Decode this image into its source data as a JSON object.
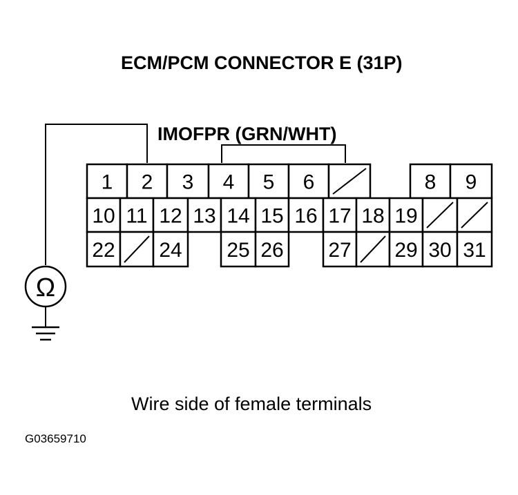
{
  "title": "ECM/PCM CONNECTOR E (31P)",
  "wire_label": "IMOFPR (GRN/WHT)",
  "caption": "Wire side of female terminals",
  "figure_id": "G03659710",
  "ohmmeter_symbol": "Ω",
  "connector": {
    "row1": [
      {
        "label": "1"
      },
      {
        "label": "2"
      },
      {
        "label": "3"
      },
      {
        "label": "4"
      },
      {
        "label": "5"
      },
      {
        "label": "6"
      },
      {
        "label": ""
      },
      {
        "label": "8"
      },
      {
        "label": "9"
      }
    ],
    "row2": [
      {
        "label": "10"
      },
      {
        "label": "11"
      },
      {
        "label": "12"
      },
      {
        "label": "13"
      },
      {
        "label": "14"
      },
      {
        "label": "15"
      },
      {
        "label": "16"
      },
      {
        "label": "17"
      },
      {
        "label": "18"
      },
      {
        "label": "19"
      },
      {
        "label": ""
      },
      {
        "label": ""
      }
    ],
    "row3": [
      {
        "label": "22"
      },
      {
        "label": ""
      },
      {
        "label": "24"
      },
      {
        "label": "25"
      },
      {
        "label": "26"
      },
      {
        "label": "27"
      },
      {
        "label": ""
      },
      {
        "label": "29"
      },
      {
        "label": "30"
      },
      {
        "label": "31"
      }
    ]
  }
}
